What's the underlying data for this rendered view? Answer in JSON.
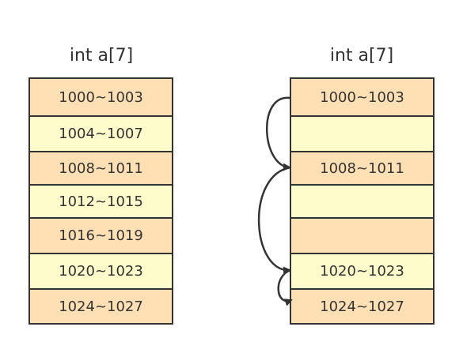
{
  "left": {
    "title": "int a[7]",
    "cells": [
      "1000~1003",
      "1004~1007",
      "1008~1011",
      "1012~1015",
      "1016~1019",
      "1020~1023",
      "1024~1027"
    ]
  },
  "right": {
    "title": "int a[7]",
    "cells": [
      "1000~1003",
      "",
      "1008~1011",
      "",
      "",
      "1020~1023",
      "1024~1027"
    ]
  },
  "colors": {
    "peach": "#FFE0B4",
    "cream": "#FFFCCC",
    "border": "#333333"
  }
}
